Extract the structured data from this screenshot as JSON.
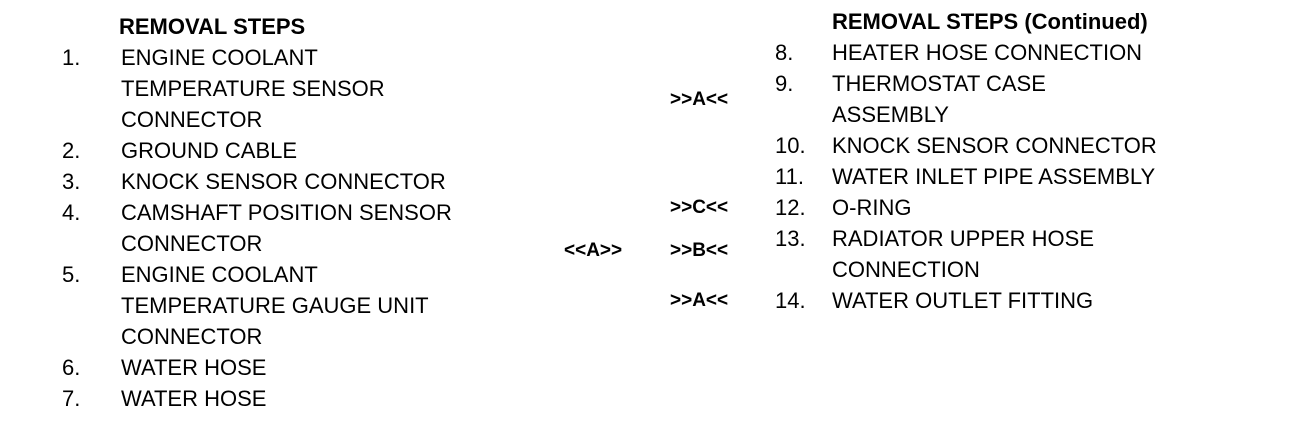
{
  "left_section": {
    "heading": "REMOVAL STEPS",
    "steps": [
      {
        "num": "1.",
        "text": "ENGINE COOLANT\nTEMPERATURE SENSOR\nCONNECTOR"
      },
      {
        "num": "2.",
        "text": "GROUND CABLE"
      },
      {
        "num": "3.",
        "text": "KNOCK SENSOR CONNECTOR"
      },
      {
        "num": "4.",
        "text": "CAMSHAFT POSITION SENSOR\nCONNECTOR"
      },
      {
        "num": "5.",
        "text": "ENGINE COOLANT\nTEMPERATURE GAUGE UNIT\nCONNECTOR"
      },
      {
        "num": "6.",
        "text": "WATER HOSE"
      },
      {
        "num": "7.",
        "text": "WATER HOSE"
      }
    ]
  },
  "right_section": {
    "heading": "REMOVAL STEPS (Continued)",
    "steps": [
      {
        "num": "8.",
        "text": "HEATER HOSE CONNECTION"
      },
      {
        "num": "9.",
        "text": "THERMOSTAT CASE\nASSEMBLY"
      },
      {
        "num": "10.",
        "text": "KNOCK SENSOR CONNECTOR"
      },
      {
        "num": "11.",
        "text": "WATER INLET PIPE ASSEMBLY"
      },
      {
        "num": "12.",
        "text": "O-RING"
      },
      {
        "num": "13.",
        "text": "RADIATOR UPPER HOSE\nCONNECTION"
      },
      {
        "num": "14.",
        "text": "WATER OUTLET FITTING"
      }
    ]
  },
  "markers": {
    "step4_removal": "<<A>>",
    "step9_install": ">>A<<",
    "step12_install": ">>C<<",
    "step13_install": ">>B<<",
    "step14_install": ">>A<<"
  }
}
